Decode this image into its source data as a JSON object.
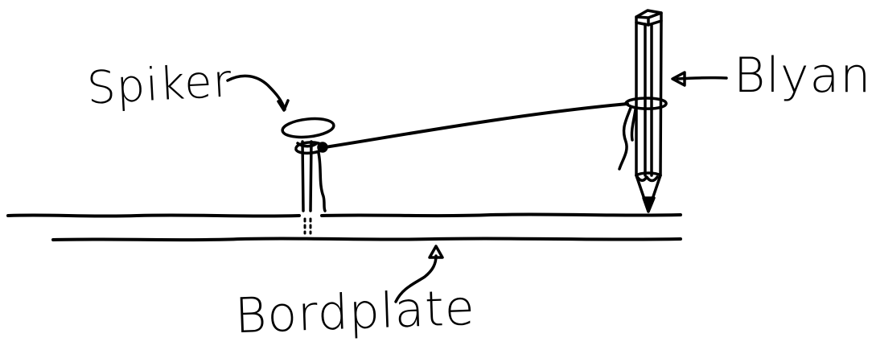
{
  "labels": {
    "spiker": "Spiker",
    "blyant": "Blyant",
    "bordplate": "Bordplate"
  },
  "colors": {
    "ink": "#000000",
    "paper": "#ffffff"
  }
}
